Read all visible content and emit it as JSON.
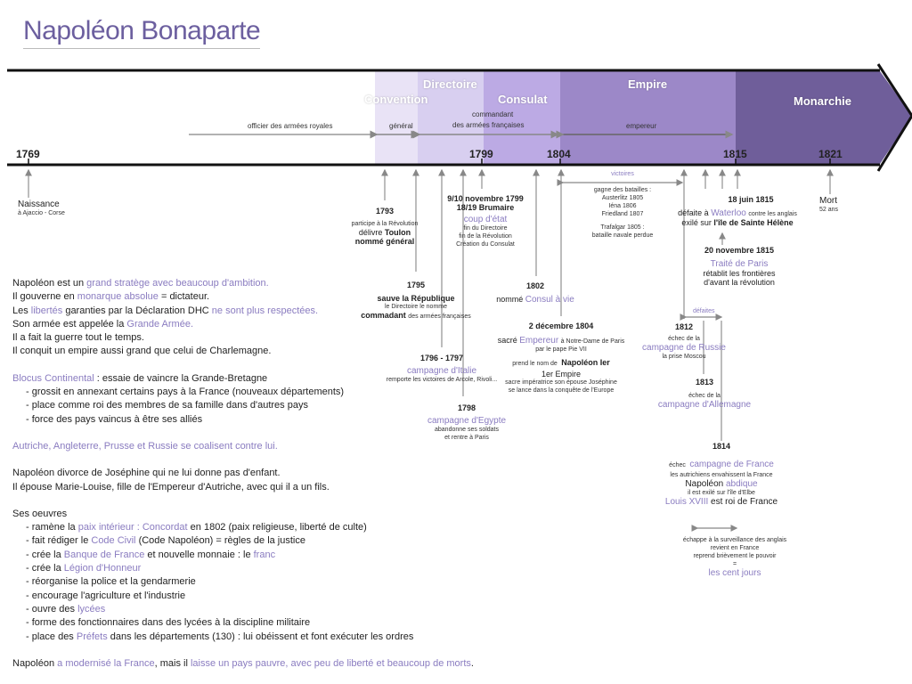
{
  "title": "Napoléon Bonaparte",
  "colors": {
    "accent": "#8a7cc0",
    "convention": "#e6e0f5",
    "directoire": "#d6cdef",
    "consulat": "#b9a8e3",
    "empire": "#9a86c6",
    "monarchie": "#6f5e9a"
  },
  "timeline": {
    "periods": [
      "Convention",
      "Directoire",
      "Consulat",
      "Empire",
      "Monarchie"
    ],
    "years": [
      "1769",
      "1799",
      "1804",
      "1815",
      "1821"
    ],
    "roles": [
      "officier des armées royales",
      "général",
      "commandant",
      "des armées françaises",
      "empereur"
    ]
  },
  "events": {
    "naissance": {
      "title": "Naissance",
      "sub": "à Ajaccio - Corse"
    },
    "y1793": {
      "year": "1793",
      "l1": "participe à la Révolution",
      "l2": "délivre",
      "toulon": "Toulon",
      "l3": "nommé général"
    },
    "y1795": {
      "year": "1795",
      "l1": "sauve la République",
      "l2": "le Directoire le nomme",
      "l3": "commadant",
      "l3b": "des armées françaises"
    },
    "y1796": {
      "year": "1796 - 1797",
      "l1": "campagne d'Italie",
      "l2": "remporte les victoires de Arcole, Rivoli..."
    },
    "y1798": {
      "year": "1798",
      "l1": "campagne d'Egypte",
      "l2": "abandonne ses soldats",
      "l3": "et rentre à Paris"
    },
    "brumaire": {
      "date": "9/10 novembre 1799",
      "date2": "18/19 Brumaire",
      "l1": "coup d'état",
      "l2": "fin du Directoire",
      "l3": "fin de la Révolution",
      "l4": "Création du Consulat"
    },
    "y1802": {
      "year": "1802",
      "l1": "nommé",
      "l2": "Consul à vie"
    },
    "y1804": {
      "date": "2 décembre 1804",
      "l1a": "sacré",
      "l1b": "Empereur",
      "l1c": "à Notre-Dame de Paris",
      "l2": "par le pape Pie VII",
      "l3a": "prend le nom de",
      "l3b": "Napoléon Ier",
      "l4": "1er Empire",
      "l5": "sacre impératrice son épouse Joséphine",
      "l6": "se lance dans la conquête de l'Europe"
    },
    "victoires": {
      "label": "victoires",
      "l1": "gagne des batailles :",
      "l2": "Austerlitz 1805",
      "l3": "Iéna 1806",
      "l4": "Friedland 1807",
      "l5": "Trafalgar 1805 :",
      "l6": "bataille navale perdue"
    },
    "waterloo": {
      "date": "18 juin 1815",
      "l1a": "défaite à",
      "l1b": "Waterloo",
      "l1c": "contre les anglais",
      "l2a": "exilé sur",
      "l2b": "l'île de Sainte Hélène"
    },
    "traite": {
      "date": "20 novembre 1815",
      "l1": "Traité de Paris",
      "l2": "rétablit les frontières",
      "l3": "d'avant la révolution"
    },
    "defaites": {
      "label": "défaites"
    },
    "y1812": {
      "year": "1812",
      "l1": "échec de la",
      "l2": "campagne de Russie",
      "l3": "la prise Moscou"
    },
    "y1813": {
      "year": "1813",
      "l1": "échec de la",
      "l2": "campagne d'Allemagne"
    },
    "y1814": {
      "year": "1814",
      "l1a": "échec",
      "l1b": "campagne de France",
      "l2": "les autrichiens envahissent la France",
      "l3a": "Napoléon",
      "l3b": "abdique",
      "l4": "il est exilé sur l'île d'Elbe",
      "l5a": "Louis XVIII",
      "l5b": "est roi de France"
    },
    "centjours": {
      "l1": "échappe à la surveillance des anglais",
      "l2": "revient en France",
      "l3": "reprend brièvement le pouvoir",
      "l4": "=",
      "l5": "les cent jours"
    },
    "mort": {
      "title": "Mort",
      "sub": "52 ans"
    }
  },
  "text": {
    "p1": {
      "a1": "Napoléon est un ",
      "a2": "grand stratège avec beaucoup d'ambition.",
      "b1": "Il gouverne en ",
      "b2": "monarque absolue",
      "b3": " = dictateur.",
      "c1": "Les ",
      "c2": "libertés",
      "c3": " garanties par la Déclaration DHC ",
      "c4": "ne sont plus respectées.",
      "d1": "Son armée est appelée la ",
      "d2": "Grande Armée.",
      "e1": "Il a fait la guerre tout le temps.",
      "f1": "Il conquit un empire aussi grand que celui de Charlemagne."
    },
    "p2": {
      "a1": "Blocus Continental",
      "a2": " : essaie de vaincre la Grande-Bretagne",
      "b": "- grossit en annexant certains pays à la France (nouveaux départements)",
      "c": "- place comme roi des membres de sa famille dans d'autres pays",
      "d": "- force des pays vaincus à être ses alliés"
    },
    "p3": "Autriche, Angleterre, Prusse et Russie se coalisent contre lui.",
    "p4": {
      "a": "Napoléon divorce de Joséphine qui ne lui donne pas d'enfant.",
      "b": "Il épouse Marie-Louise, fille de l'Empereur d'Autriche, avec qui il a un fils."
    },
    "p5": {
      "title": "Ses oeuvres",
      "a1": "- ramène la ",
      "a2": "paix intérieur : Concordat",
      "a3": " en 1802 (paix religieuse, liberté de culte)",
      "b1": "- fait rédiger le ",
      "b2": "Code Civil",
      "b3": " (Code Napoléon) = règles de la justice",
      "c1": "- crée la ",
      "c2": "Banque de France",
      "c3": " et nouvelle monnaie : le ",
      "c4": "franc",
      "d1": "- crée la ",
      "d2": "Légion d'Honneur",
      "e": "- réorganise la police et la gendarmerie",
      "f": "- encourage l'agriculture et l'industrie",
      "g1": "- ouvre des ",
      "g2": "lycées",
      "h": "- forme des fonctionnaires dans des lycées à la discipline militaire",
      "i1": "- place des ",
      "i2": "Préfets",
      "i3": " dans les départements (130) : lui obéissent et font exécuter les ordres"
    },
    "p6": {
      "a1": "Napoléon ",
      "a2": "a modernisé la France",
      ", mais il ": "",
      "a3": ", mais il ",
      "a4": "laisse un pays pauvre, avec peu de liberté et beaucoup de morts",
      "a5": "."
    }
  }
}
